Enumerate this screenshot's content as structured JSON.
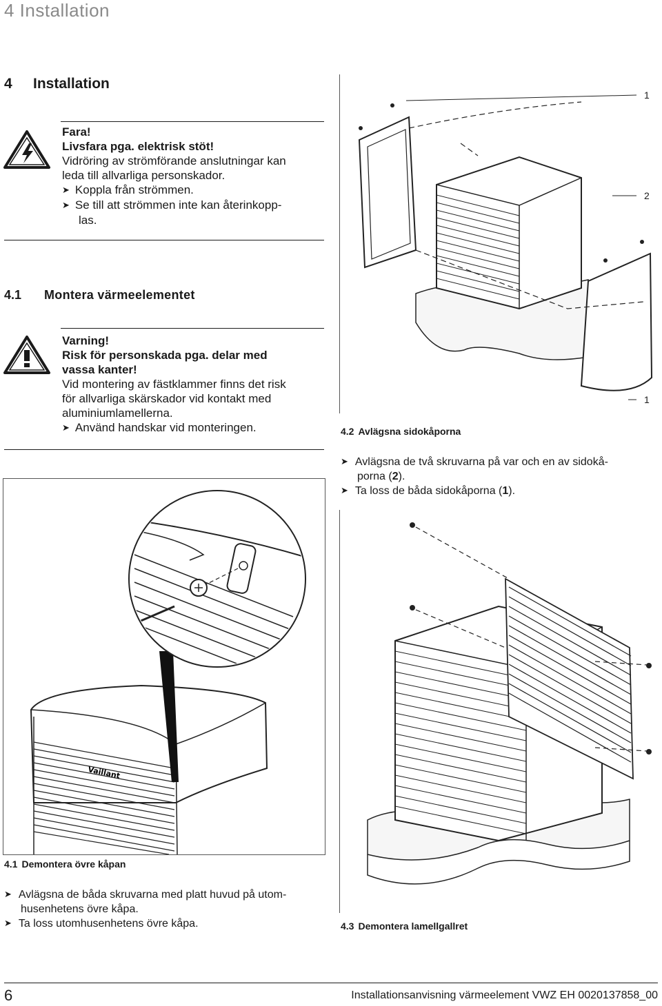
{
  "header": {
    "running_title": "4  Installation"
  },
  "section": {
    "number": "4",
    "title": "Installation"
  },
  "danger": {
    "title": "Fara!",
    "subtitle": "Livsfara pga. elektrisk stöt!",
    "text1": "Vidröring av strömförande anslutningar kan",
    "text2": "leda till allvarliga personskador.",
    "bullet1": "Koppla från strömmen.",
    "bullet2a": "Se till att strömmen inte kan återinkopp-",
    "bullet2b": "las."
  },
  "subsection": {
    "number": "4.1",
    "title": "Montera värmeelementet"
  },
  "warning": {
    "title": "Varning!",
    "subtitle1": "Risk för personskada pga. delar med",
    "subtitle2": "vassa kanter!",
    "text1": "Vid montering av fästklammer finns det risk",
    "text2": "för allvarliga skärskador vid kontakt med",
    "text3": "aluminiumlamellerna.",
    "bullet1": "Använd handskar vid monteringen."
  },
  "figure_4_1": {
    "caption_num": "4.1",
    "caption": "Demontera övre kåpan",
    "brand_label": "Vaillant",
    "step1a": "Avlägsna de båda skruvarna med platt huvud på utom-",
    "step1b": "husenhetens övre kåpa.",
    "step2": "Ta loss utomhusenhetens övre kåpa."
  },
  "figure_4_2": {
    "caption_num": "4.2",
    "caption": "Avlägsna sidokåporna",
    "callout_1_top": "1",
    "callout_2": "2",
    "callout_1_bottom": "1",
    "step1a": "Avlägsna de två skruvarna på var och en av sidokå-",
    "step1b": "porna (",
    "step1b_ref": "2",
    "step1b_end": ").",
    "step2": "Ta loss de båda sidokåporna (",
    "step2_ref": "1",
    "step2_end": ")."
  },
  "figure_4_3": {
    "caption_num": "4.3",
    "caption": "Demontera lamellgallret"
  },
  "footer": {
    "page_number": "6",
    "doc_title": "Installationsanvisning värmeelement VWZ EH 0020137858_00"
  },
  "icons": {
    "danger": "electric-shock-warning-icon",
    "warning": "general-warning-icon"
  }
}
